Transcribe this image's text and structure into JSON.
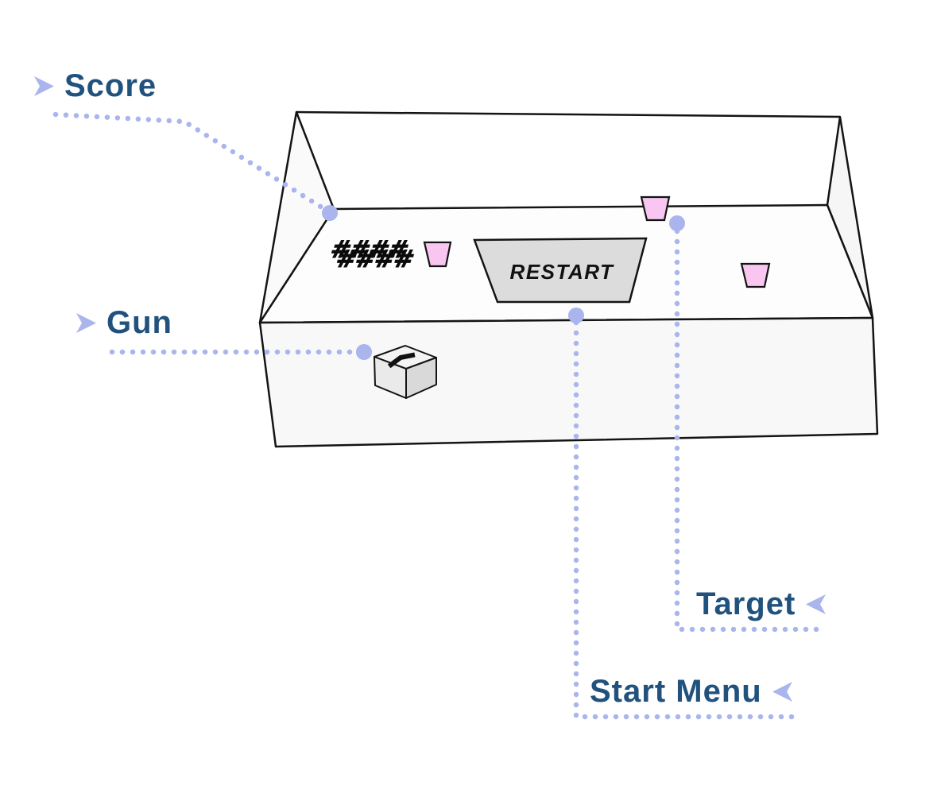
{
  "colors": {
    "background": "#ffffff",
    "label_text": "#21527d",
    "connector": "#a9b5ec",
    "target_fill": "#f8c6f0",
    "panel_fill": "#dcdcdc",
    "outline": "#141414",
    "cube_top": "#f4f4f4",
    "cube_left": "#eaeaea",
    "cube_right": "#d9d9d9"
  },
  "annotations": {
    "score": {
      "label": "Score"
    },
    "gun": {
      "label": "Gun"
    },
    "target": {
      "label": "Target"
    },
    "start_menu": {
      "label": "Start Menu"
    }
  },
  "scene": {
    "restart_button_label": "RESTART",
    "score_marks": "####"
  }
}
